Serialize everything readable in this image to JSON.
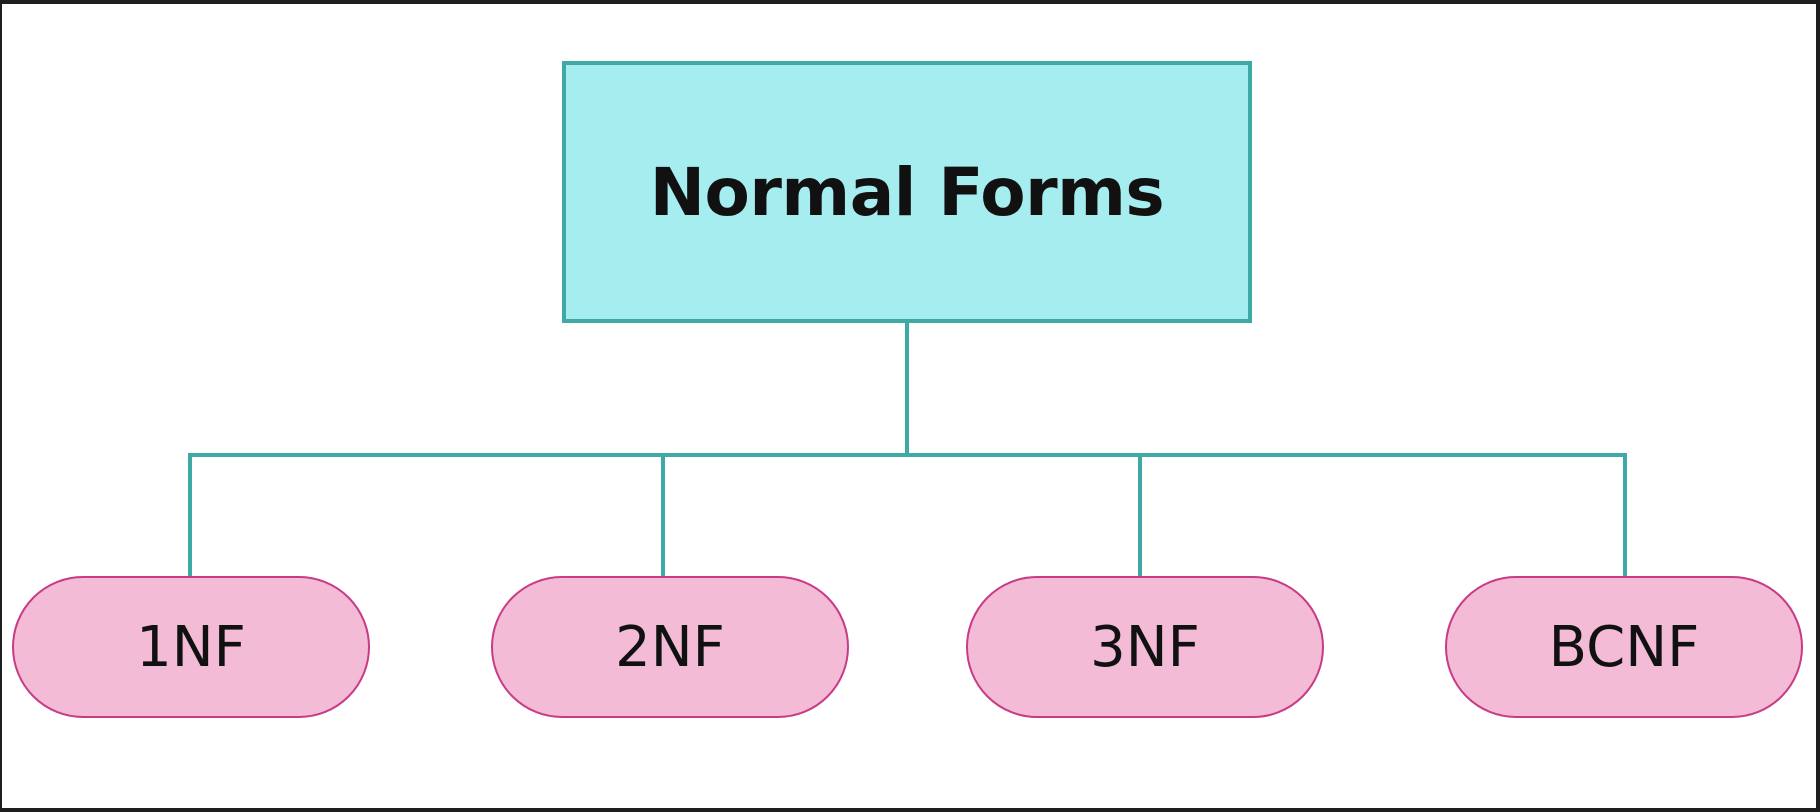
{
  "colors": {
    "root_fill": "#a5edef",
    "root_border": "#3fa9a5",
    "connector": "#3fa9a5",
    "child_fill": "#f3bbd6",
    "child_border": "#c83c86",
    "background": "#ffffff"
  },
  "diagram": {
    "root": {
      "label": "Normal Forms"
    },
    "children": [
      {
        "label": "1NF"
      },
      {
        "label": "2NF"
      },
      {
        "label": "3NF"
      },
      {
        "label": "BCNF"
      }
    ]
  }
}
